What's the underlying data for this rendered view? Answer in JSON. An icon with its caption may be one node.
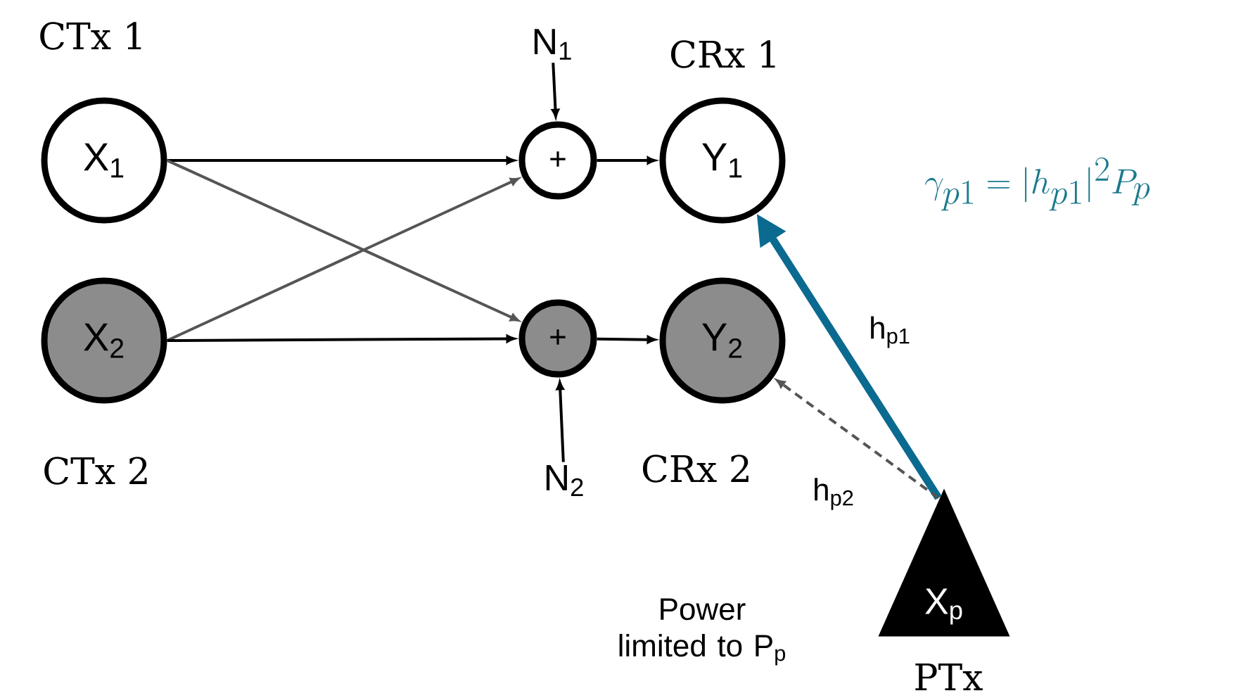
{
  "diagram": {
    "nodes": [
      {
        "text": [
          "X$_{1}$"
        ],
        "beside": [
          "CTx 1"
        ]
      },
      {
        "text": [
          "X$_{2}$"
        ],
        "beside": [
          "CTx 2"
        ]
      },
      {
        "text": [
          "N$_{1}$"
        ]
      },
      {
        "text": [
          "+"
        ]
      },
      {
        "text": [
          "+"
        ]
      },
      {
        "text": [
          "N$_{2}$"
        ]
      },
      {
        "text": [
          "Y$_{1}$"
        ],
        "beside": [
          "CRx 1"
        ]
      },
      {
        "text": [
          "Y$_{2}$"
        ],
        "beside": [
          "CRx 2"
        ]
      },
      {
        "text": [
          "X$_{p}$"
        ],
        "beside": [
          "PTx"
        ]
      }
    ],
    "edges": [
      {
        "from": 0,
        "to": 3,
        "arrow": "to"
      },
      {
        "from": 0,
        "to": 4,
        "arrow": "to",
        "color": "#555555"
      },
      {
        "from": 1,
        "to": 3,
        "arrow": "to",
        "color": "#555555"
      },
      {
        "from": 1,
        "to": 4,
        "arrow": "to"
      },
      {
        "from": 2,
        "to": 3,
        "arrow": "to"
      },
      {
        "from": 5,
        "to": 4,
        "arrow": "to"
      },
      {
        "from": 3,
        "to": 6,
        "arrow": "to"
      },
      {
        "from": 4,
        "to": 7,
        "arrow": "to"
      },
      {
        "from": 8,
        "to": 6,
        "arrow": "to",
        "label": "h$_{p1}$",
        "style": "thick",
        "color": "#0b6a8f"
      },
      {
        "from": 8,
        "to": 7,
        "arrow": "to",
        "label": "h$_{p2}$",
        "style": "dashed",
        "color": "#555555"
      }
    ],
    "labels": [
      "\\gamma_{p1} = |h_{p1}|^2 P_p",
      "Power limited to P$_{p}$"
    ]
  }
}
